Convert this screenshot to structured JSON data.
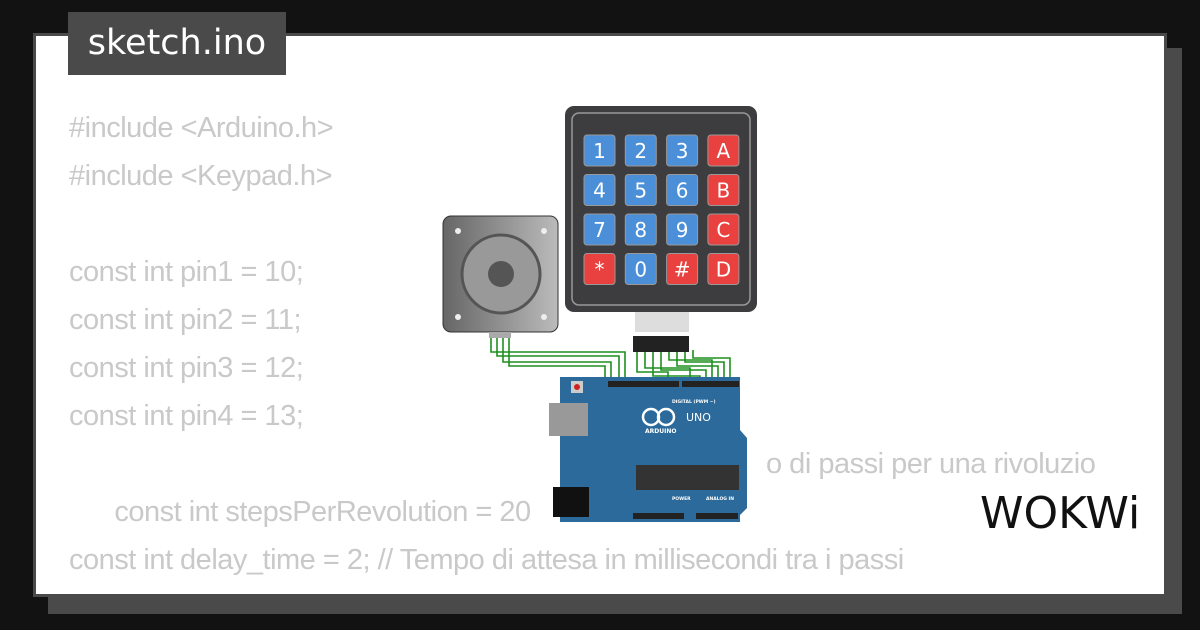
{
  "file_tab": {
    "label": "sketch.ino"
  },
  "code_lines": [
    "#include <Arduino.h>",
    "#include <Keypad.h>",
    "",
    "const int pin1 = 10;",
    "const int pin2 = 11;",
    "const int pin3 = 12;",
    "const int pin4 = 13;",
    "const int stepsPerRevolution = 20",
    "",
    "const int delay_time = 2; // Tempo di attesa in millisecondi tra i passi"
  ],
  "code_line_8_tail": "o di passi per una rivoluzio",
  "keypad": {
    "keys": [
      "1",
      "2",
      "3",
      "A",
      "4",
      "5",
      "6",
      "B",
      "7",
      "8",
      "9",
      "C",
      "*",
      "0",
      "#",
      "D"
    ],
    "colors": {
      "digit": "#4a8fd8",
      "letter": "#e8413f",
      "body": "#3d3d40"
    }
  },
  "arduino": {
    "model": "UNO",
    "brand": "ARDUINO",
    "header_label": "DIGITAL (PWM ~)",
    "power_label": "POWER",
    "analog_label": "ANALOG IN",
    "color": "#2b6a9a"
  },
  "wire_color": "#1f8f1f",
  "logo": {
    "text": "WOKWi"
  },
  "colors": {
    "background": "#121212",
    "frame": "#4a4a4a",
    "code_text": "#c9c9c9"
  }
}
